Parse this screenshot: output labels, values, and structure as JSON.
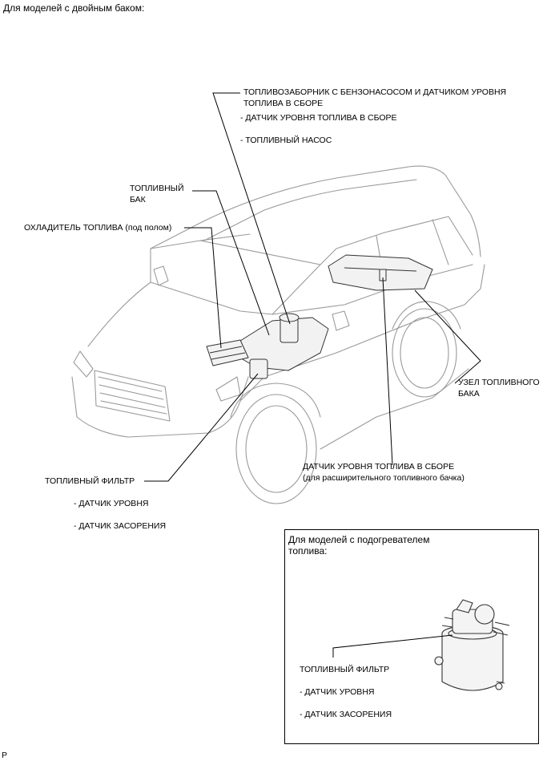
{
  "header": "Для моделей с двойным баком:",
  "labels": {
    "pump_assy_line1": "ТОПЛИВОЗАБОРНИК С БЕНЗОНАСОСОМ И ДАТЧИКОМ УРОВНЯ",
    "pump_assy_line2": "ТОПЛИВА В СБОРЕ",
    "pump_sub1": "- ДАТЧИК УРОВНЯ ТОПЛИВА В СБОРЕ",
    "pump_sub2": "- ТОПЛИВНЫЙ НАСОС",
    "fuel_tank_line1": "ТОПЛИВНЫЙ",
    "fuel_tank_line2": "БАК",
    "fuel_cooler": "ОХЛАДИТЕЛЬ ТОПЛИВА (под полом)",
    "tank_assy_line1": "УЗЕЛ ТОПЛИВНОГО",
    "tank_assy_line2": "БАКА",
    "gauge_line1": "ДАТЧИК УРОВНЯ ТОПЛИВА В СБОРЕ",
    "gauge_line2": "(для расширительного топливного бачка)",
    "fuel_filter": "ТОПЛИВНЫЙ ФИЛЬТР",
    "filter_sub1": "- ДАТЧИК УРОВНЯ",
    "filter_sub2": "- ДАТЧИК ЗАСОРЕНИЯ"
  },
  "inset": {
    "title_line1": "Для моделей с подогревателем",
    "title_line2": "топлива:",
    "fuel_filter": "ТОПЛИВНЫЙ ФИЛЬТР",
    "sub1": "- ДАТЧИК УРОВНЯ",
    "sub2": "- ДАТЧИК ЗАСОРЕНИЯ"
  },
  "footer_mark": "P"
}
